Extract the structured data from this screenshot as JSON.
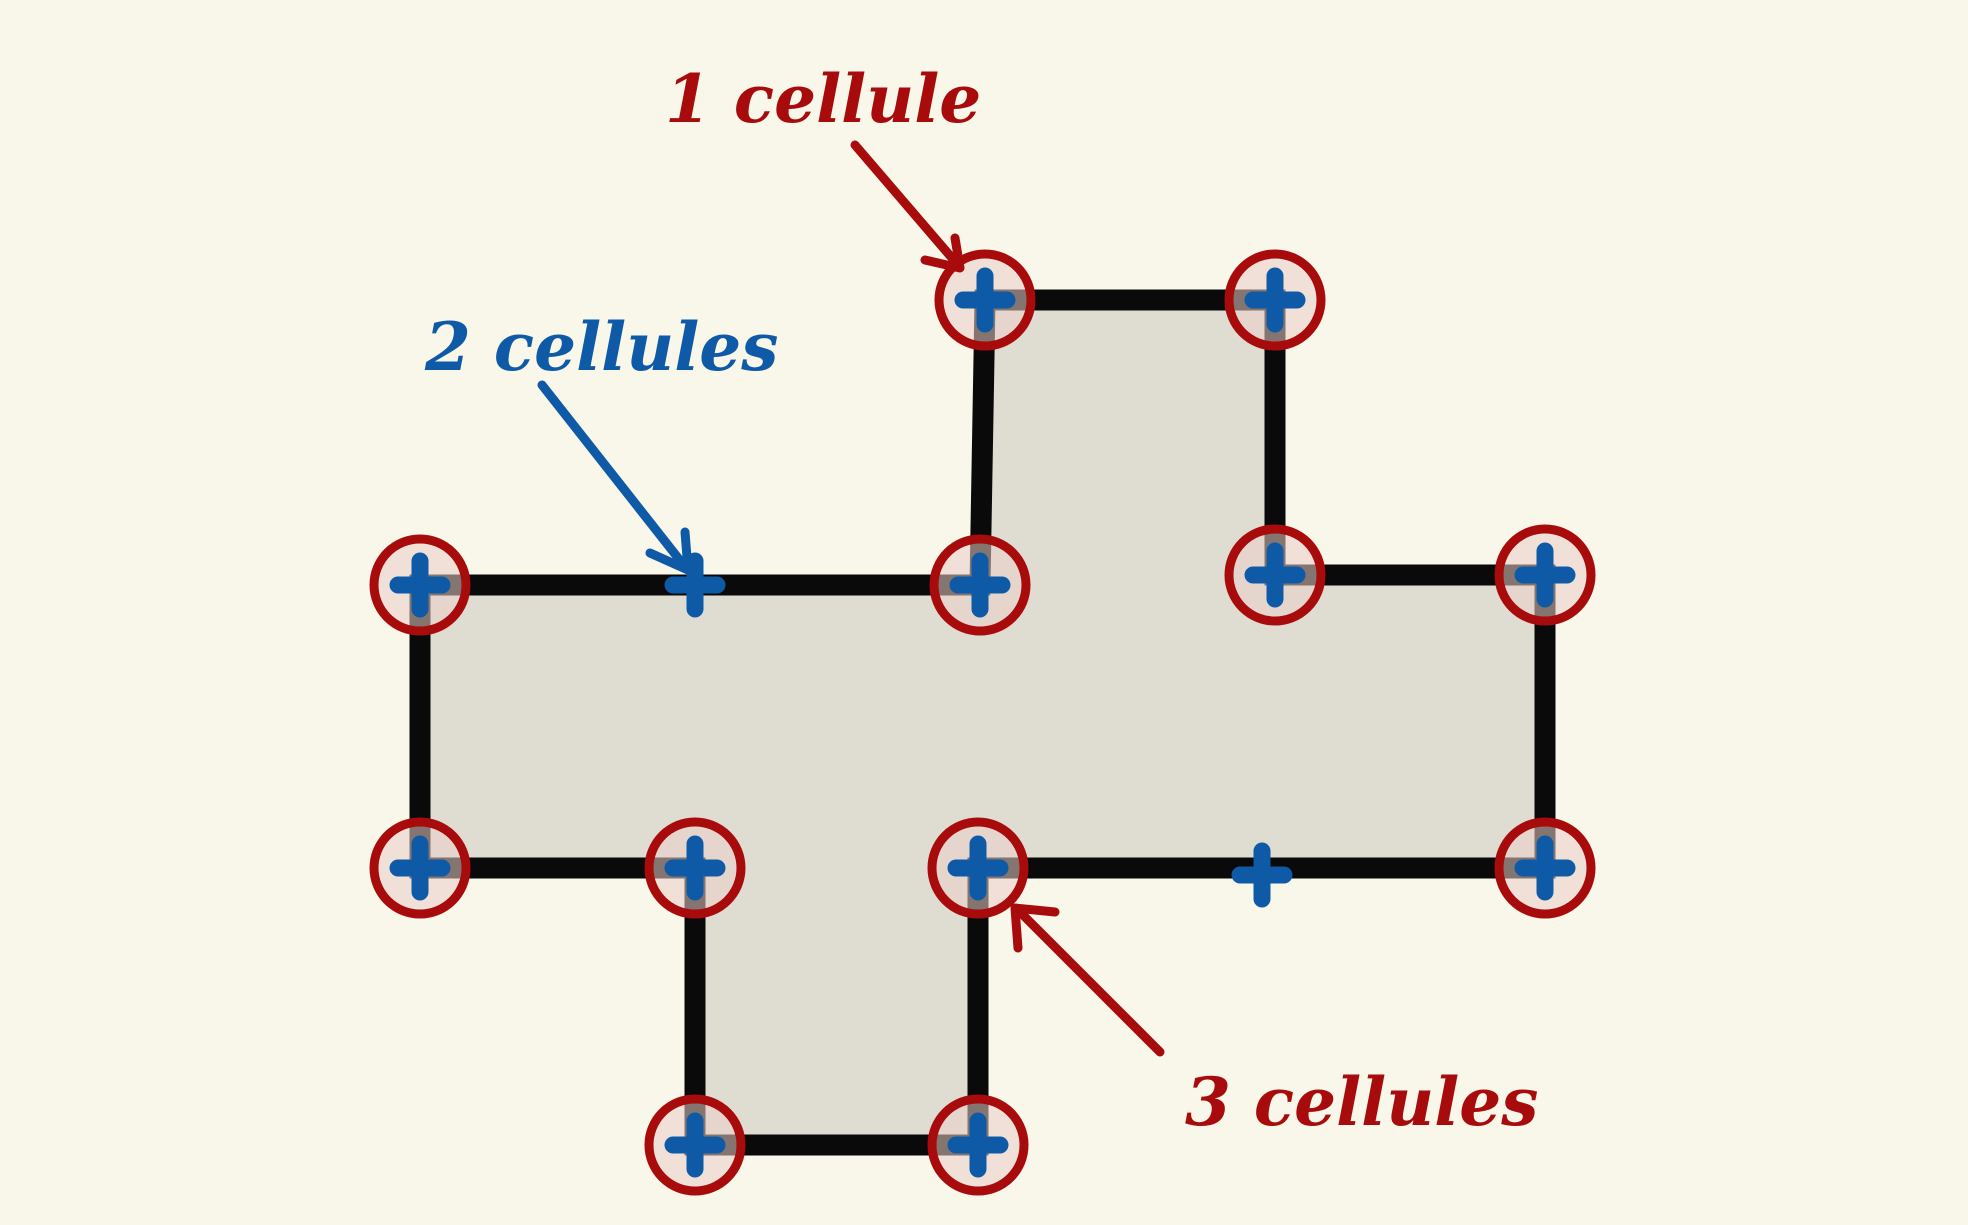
{
  "colors": {
    "background": "#f9f6ea",
    "shape_fill": "#dfddd2",
    "outline": "#0a0a0a",
    "red": "#a80b0b",
    "blue": "#0e5aa6"
  },
  "labels": {
    "one_cell": "1 cellule",
    "two_cells": "2 cellules",
    "three_cells": "3 cellules"
  },
  "icons": {
    "vertex_marker": "cross-icon",
    "vertex_circle": "circle-icon"
  }
}
